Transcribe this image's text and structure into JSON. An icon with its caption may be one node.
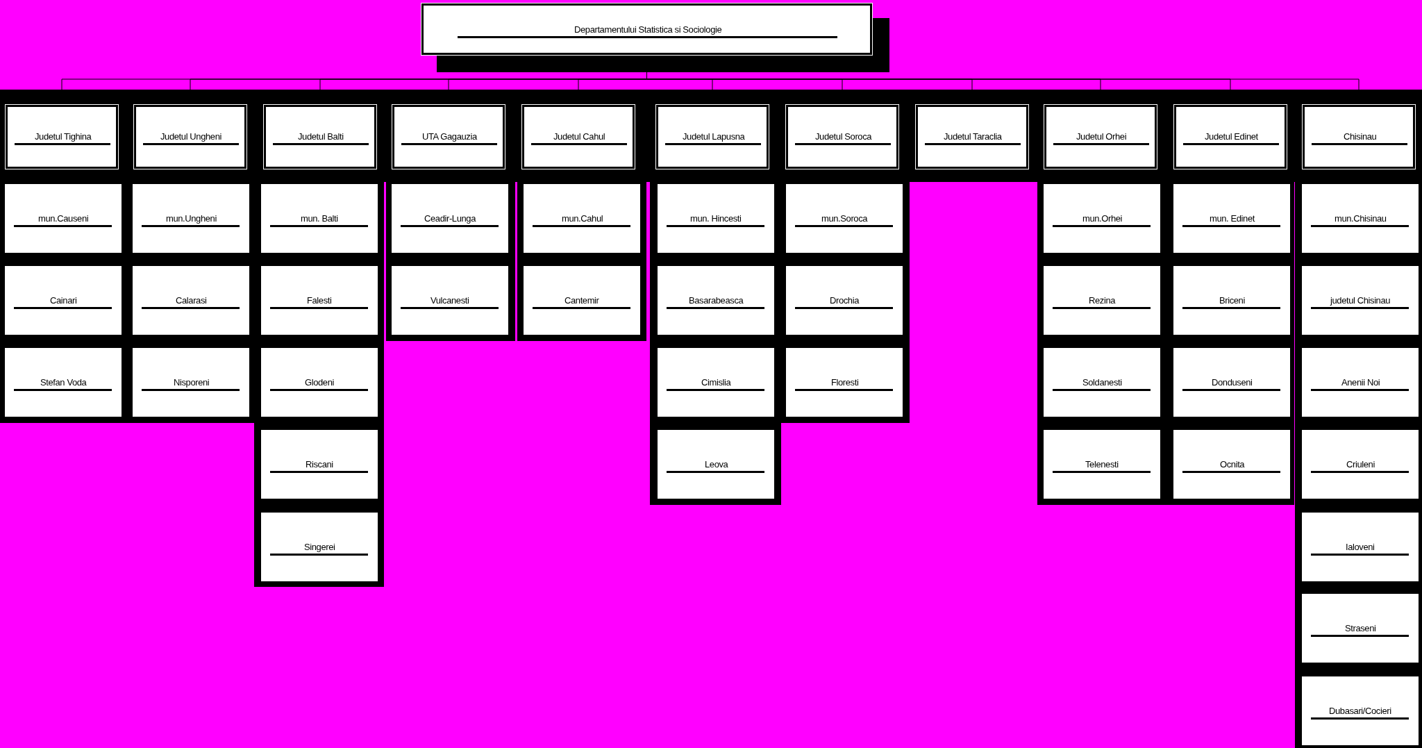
{
  "diagram": {
    "nodes": [
      {
        "text": [
          "Departamentului Statistica si Sociologie"
        ]
      },
      {
        "text": [
          "Judetul Tighina"
        ]
      },
      {
        "text": [
          "mun.Causeni"
        ]
      },
      {
        "text": [
          "Cainari"
        ]
      },
      {
        "text": [
          "Stefan Voda"
        ]
      },
      {
        "text": [
          "Judetul Ungheni"
        ]
      },
      {
        "text": [
          "mun.Ungheni"
        ]
      },
      {
        "text": [
          "Calarasi"
        ]
      },
      {
        "text": [
          "Nisporeni"
        ]
      },
      {
        "text": [
          "Judetul Balti"
        ]
      },
      {
        "text": [
          "mun. Balti"
        ]
      },
      {
        "text": [
          "Falesti"
        ]
      },
      {
        "text": [
          "Glodeni"
        ]
      },
      {
        "text": [
          "Riscani"
        ]
      },
      {
        "text": [
          "Singerei"
        ]
      },
      {
        "text": [
          "UTA Gagauzia"
        ]
      },
      {
        "text": [
          "Ceadir-Lunga"
        ]
      },
      {
        "text": [
          "Vulcanesti"
        ]
      },
      {
        "text": [
          "Judetul Cahul"
        ]
      },
      {
        "text": [
          "mun.Cahul"
        ]
      },
      {
        "text": [
          "Cantemir"
        ]
      },
      {
        "text": [
          "Judetul Lapusna"
        ]
      },
      {
        "text": [
          "mun. Hincesti"
        ]
      },
      {
        "text": [
          "Basarabeasca"
        ]
      },
      {
        "text": [
          "Cimislia"
        ]
      },
      {
        "text": [
          "Leova"
        ]
      },
      {
        "text": [
          "Judetul Soroca"
        ]
      },
      {
        "text": [
          "mun.Soroca"
        ]
      },
      {
        "text": [
          "Drochia"
        ]
      },
      {
        "text": [
          "Floresti"
        ]
      },
      {
        "text": [
          "Judetul Taraclia"
        ]
      },
      {
        "text": [
          "Judetul Orhei"
        ]
      },
      {
        "text": [
          "mun.Orhei"
        ]
      },
      {
        "text": [
          "Rezina"
        ]
      },
      {
        "text": [
          "Soldanesti"
        ]
      },
      {
        "text": [
          "Telenesti"
        ]
      },
      {
        "text": [
          "Judetul Edinet"
        ]
      },
      {
        "text": [
          "mun. Edinet"
        ]
      },
      {
        "text": [
          "Briceni"
        ]
      },
      {
        "text": [
          "Donduseni"
        ]
      },
      {
        "text": [
          "Ocnita"
        ]
      },
      {
        "text": [
          "Chisinau"
        ]
      },
      {
        "text": [
          "mun.Chisinau"
        ]
      },
      {
        "text": [
          "judetul Chisinau"
        ]
      },
      {
        "text": [
          "Anenii Noi"
        ]
      },
      {
        "text": [
          "Criuleni"
        ]
      },
      {
        "text": [
          "Ialoveni"
        ]
      },
      {
        "text": [
          "Straseni"
        ]
      },
      {
        "text": [
          "Dubasari/Cocieri"
        ]
      }
    ],
    "edges": [
      {
        "from": 0,
        "to": 1,
        "arrow": "none"
      },
      {
        "from": 0,
        "to": 5,
        "arrow": "none"
      },
      {
        "from": 0,
        "to": 9,
        "arrow": "none"
      },
      {
        "from": 0,
        "to": 15,
        "arrow": "none"
      },
      {
        "from": 0,
        "to": 18,
        "arrow": "none"
      },
      {
        "from": 0,
        "to": 21,
        "arrow": "none"
      },
      {
        "from": 0,
        "to": 26,
        "arrow": "none"
      },
      {
        "from": 0,
        "to": 30,
        "arrow": "none"
      },
      {
        "from": 0,
        "to": 31,
        "arrow": "none"
      },
      {
        "from": 0,
        "to": 36,
        "arrow": "none"
      },
      {
        "from": 0,
        "to": 41,
        "arrow": "none"
      }
    ]
  }
}
